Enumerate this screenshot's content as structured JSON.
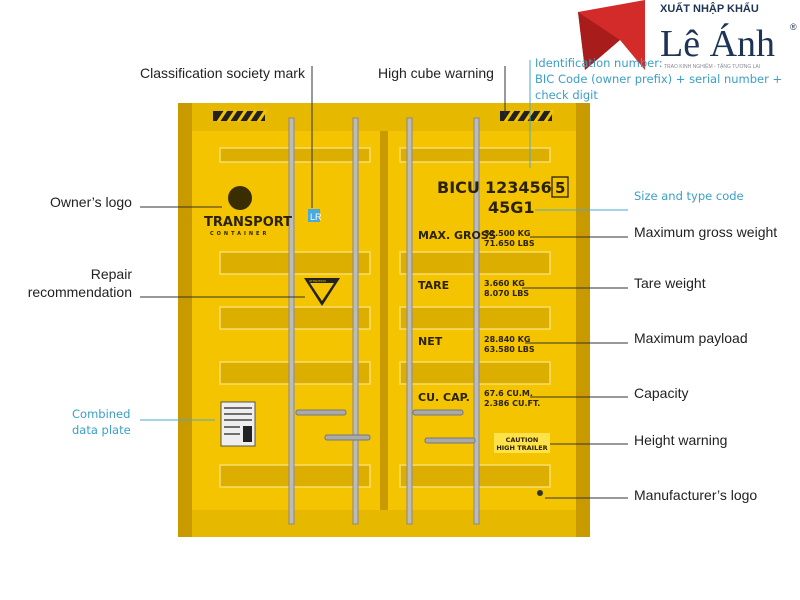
{
  "brand": {
    "top": "XUẤT NHẬP KHẨU",
    "name": "Lê Ánh",
    "reg": "®",
    "tagline": "TRAO KINH NGHIỆM - TẶNG TƯƠNG LAI",
    "red": "#d32a2a",
    "navy": "#1d3456"
  },
  "colors": {
    "container": "#f5c400",
    "shade": "#d8a800",
    "label": "#222222",
    "blue_label": "#3a9fc7"
  },
  "labels": {
    "classification": "Classification society mark",
    "high_cube": "High cube warning",
    "identification": [
      "Identification number:",
      "BIC Code (owner prefix) + serial number +",
      "check digit"
    ],
    "size_type": "Size and type code",
    "owner_logo": "Owner’s logo",
    "repair": [
      "Repair",
      "recommendation"
    ],
    "data_plate": [
      "Combined",
      "data plate"
    ],
    "max_gross": "Maximum gross weight",
    "tare": "Tare weight",
    "payload": "Maximum payload",
    "capacity": "Capacity",
    "height": "Height warning",
    "manufacturer": "Manufacturer’s logo"
  },
  "container": {
    "owner_logo": {
      "name": "TRANSPORT",
      "sub": "CONTAINER"
    },
    "class_mark": "LR",
    "bic": {
      "prefix": "BICU",
      "serial": "123456",
      "check": "5",
      "type": "45G1"
    },
    "rows": [
      {
        "key": "MAX. GROSS",
        "v1": "32.500 KG",
        "v2": "71.650 LBS"
      },
      {
        "key": "TARE",
        "v1": "3.660 KG",
        "v2": "8.070 LBS"
      },
      {
        "key": "NET",
        "v1": "28.840 KG",
        "v2": "63.580 LBS"
      },
      {
        "key": "CU. CAP.",
        "v1": "67.6 CU.M.",
        "v2": "2.386 CU.FT."
      }
    ],
    "caution": [
      "CAUTION",
      "HIGH TRAILER"
    ],
    "attention": "ATTENTION"
  }
}
